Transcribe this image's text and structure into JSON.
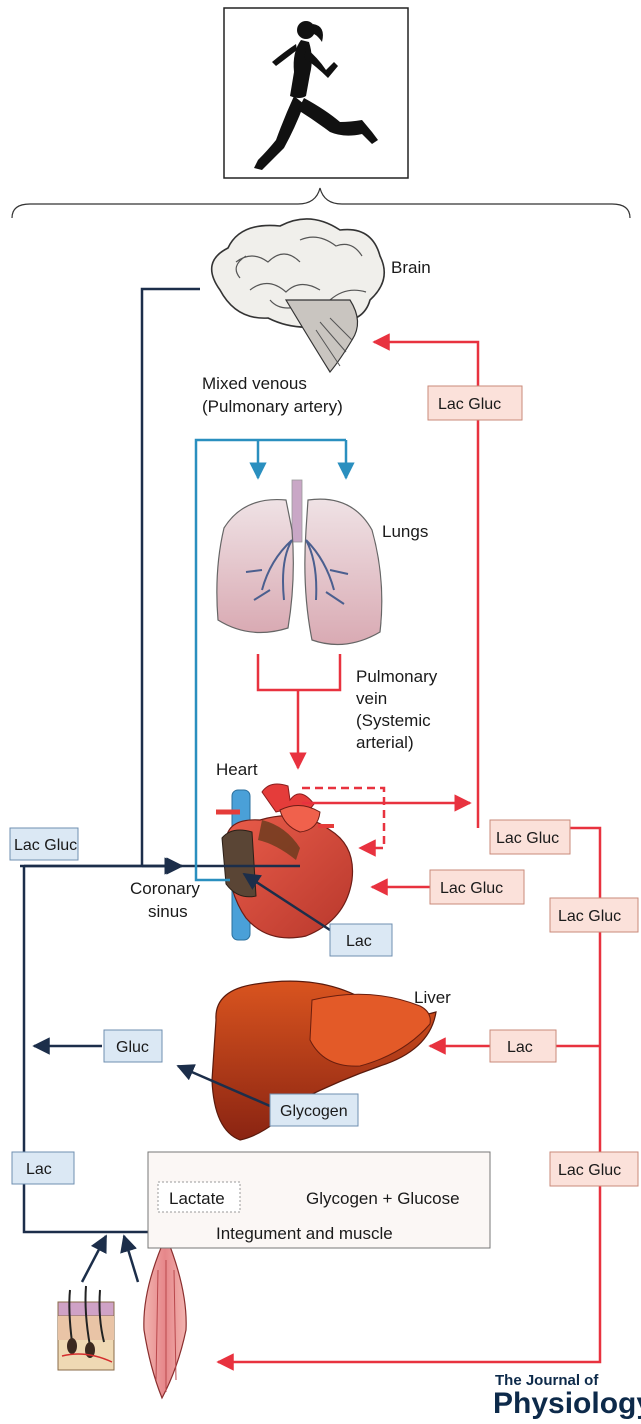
{
  "labels": {
    "brain": "Brain",
    "mixed_venous_1": "Mixed venous",
    "mixed_venous_2": "(Pulmonary artery)",
    "lungs": "Lungs",
    "pulm_vein_1": "Pulmonary",
    "pulm_vein_2": "vein",
    "pulm_vein_3": "(Systemic",
    "pulm_vein_4": "arterial)",
    "heart": "Heart",
    "coronary_1": "Coronary",
    "coronary_2": "sinus",
    "liver": "Liver",
    "lactate": "Lactate",
    "glycogen_glucose": "Glycogen + Glucose",
    "integument_muscle": "Integument and muscle"
  },
  "tags": {
    "blue_lac_gluc": "Lac Gluc",
    "blue_gluc": "Gluc",
    "blue_lac": "Lac",
    "blue_lac_heart": "Lac",
    "blue_glycogen": "Glycogen",
    "red_lac_gluc_brain": "Lac Gluc",
    "red_lac_gluc_heart": "Lac Gluc",
    "red_lac_gluc_systemic": "Lac Gluc",
    "red_lac_gluc_right1": "Lac Gluc",
    "red_lac_liver": "Lac",
    "red_lac_gluc_right2": "Lac Gluc"
  },
  "logo": {
    "line1": "The Journal of",
    "line2": "Physiology"
  },
  "colors": {
    "venous": "#1c2e4a",
    "pulmonary_artery": "#2a8fbf",
    "arterial": "#e8323f",
    "blue_tag_fill": "#dbe8f4",
    "red_tag_fill": "#fbe1da"
  }
}
